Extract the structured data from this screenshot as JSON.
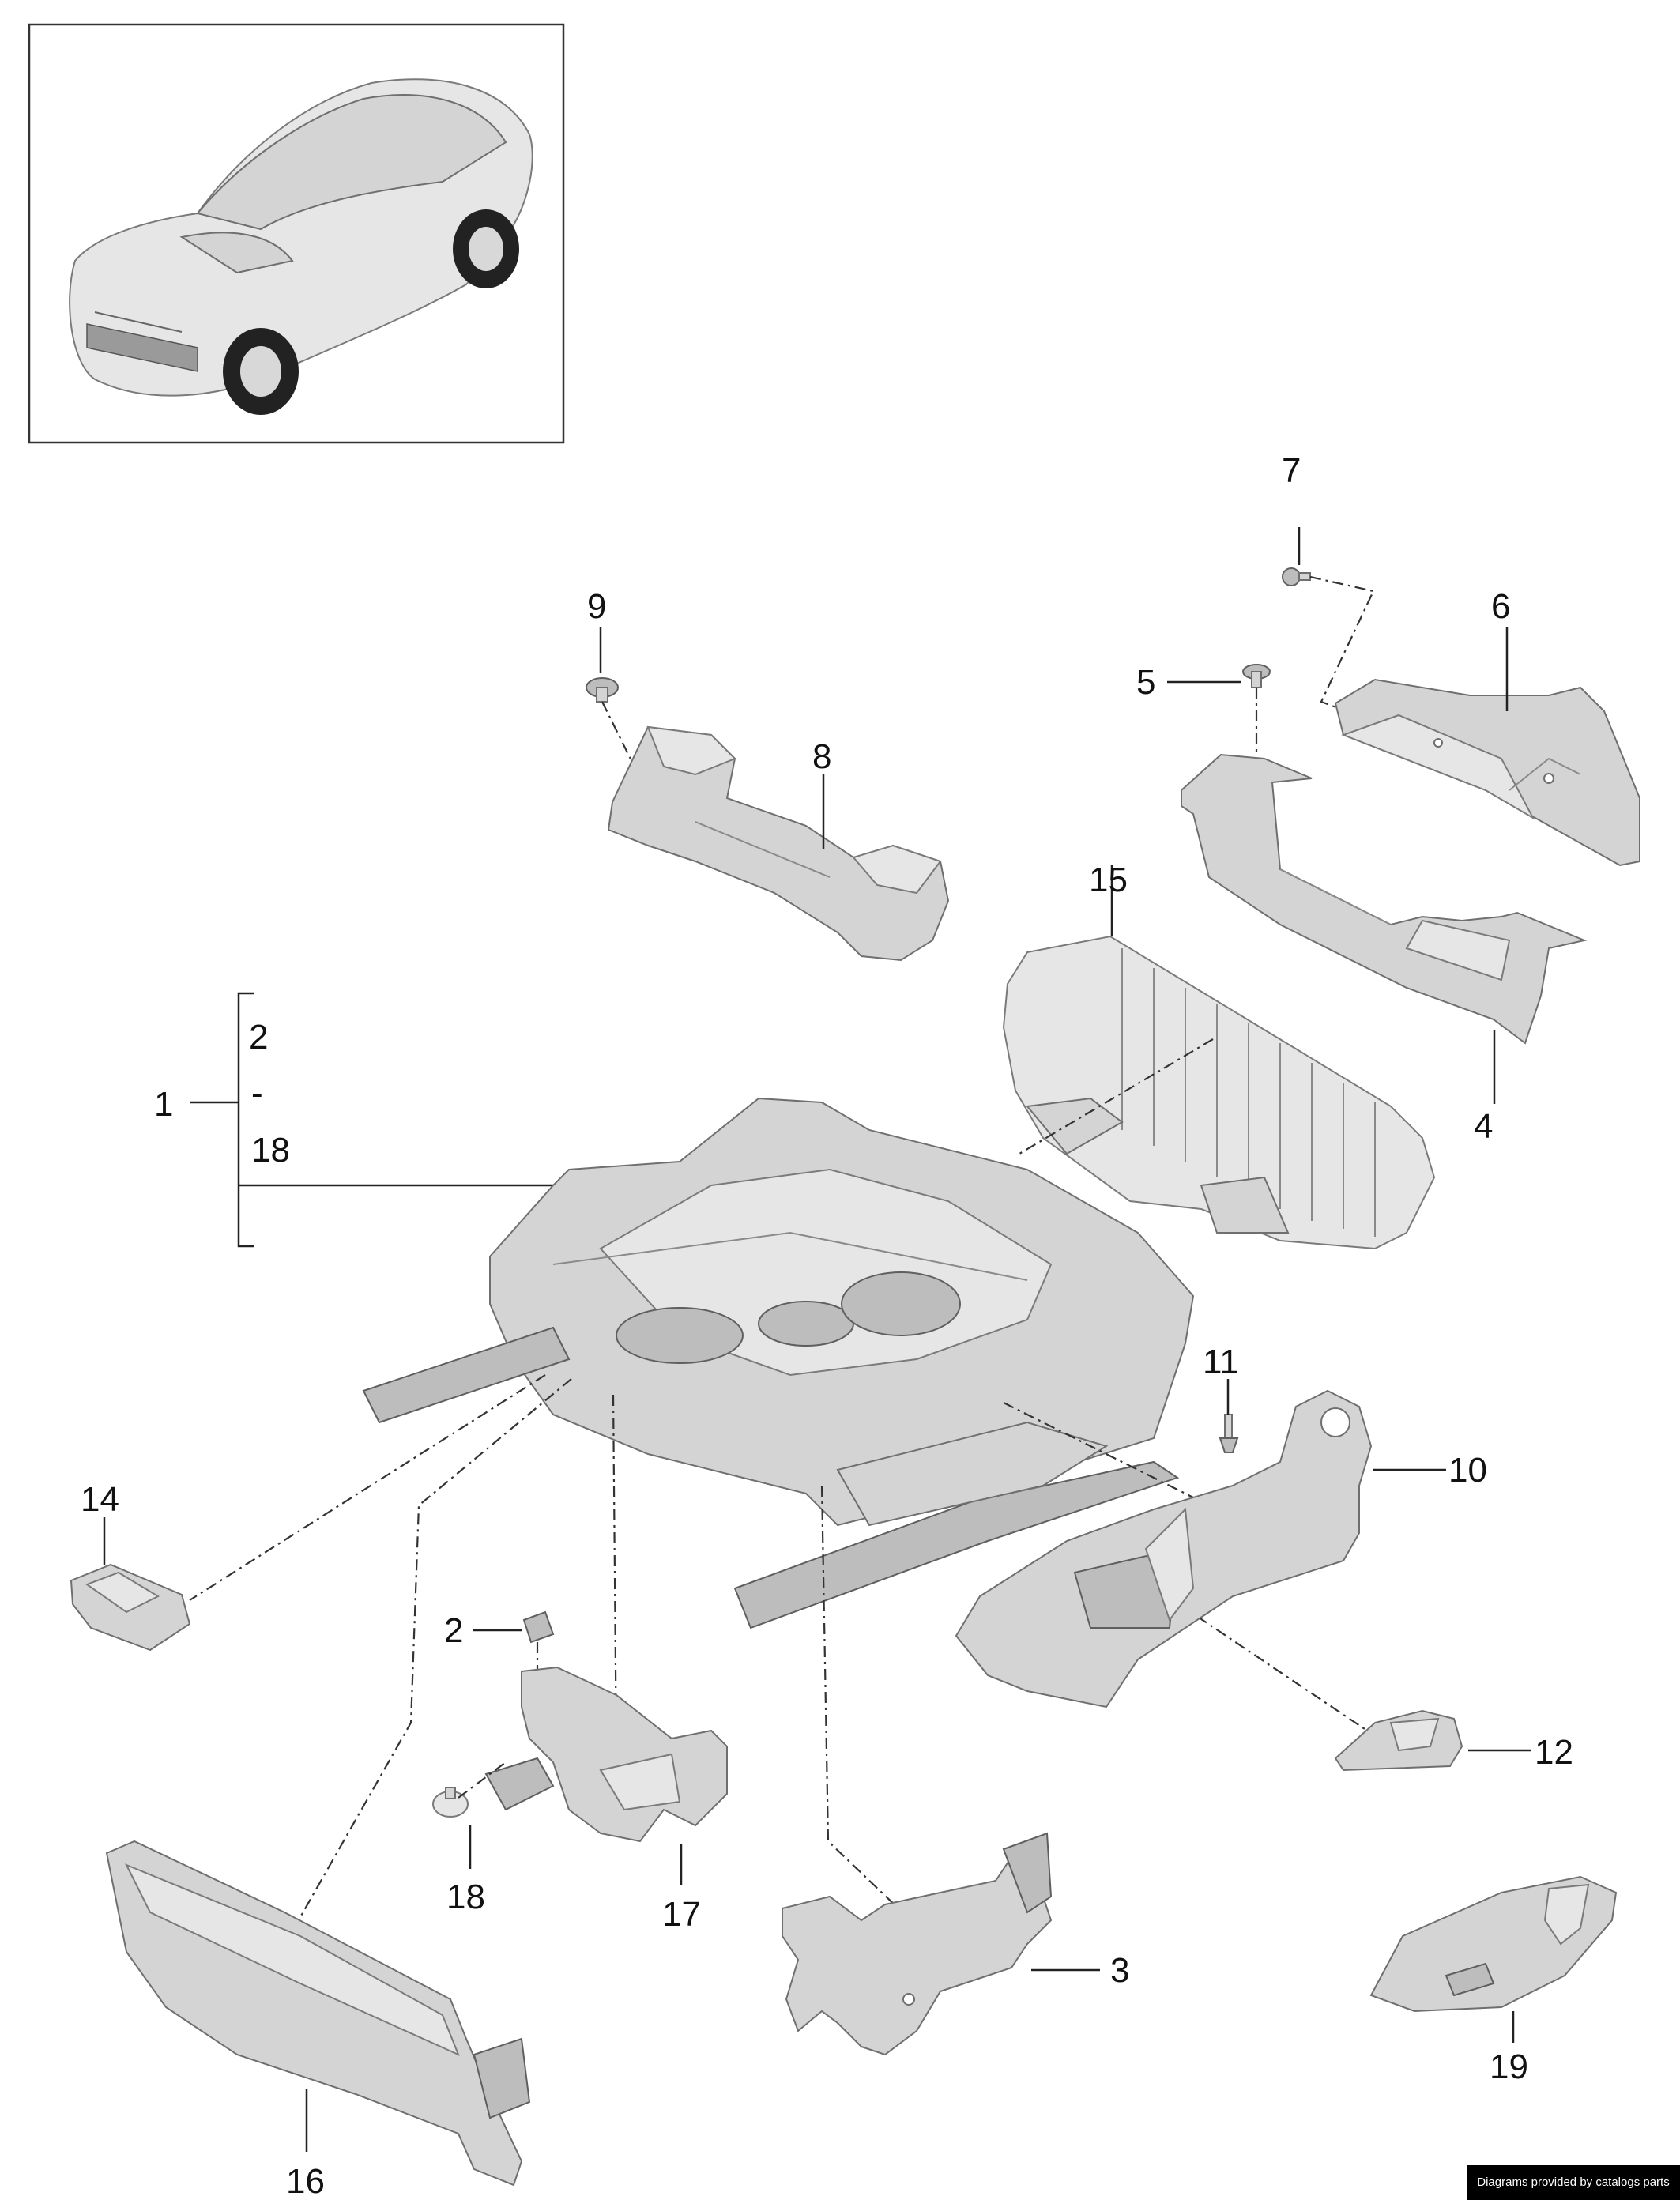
{
  "callouts": [
    {
      "id": "c7",
      "text": "7"
    },
    {
      "id": "c9",
      "text": "9"
    },
    {
      "id": "c6",
      "text": "6"
    },
    {
      "id": "c5",
      "text": "5"
    },
    {
      "id": "c8",
      "text": "8"
    },
    {
      "id": "c15",
      "text": "15"
    },
    {
      "id": "c2a",
      "text": "2"
    },
    {
      "id": "c1",
      "text": "1"
    },
    {
      "id": "cdash",
      "text": "-"
    },
    {
      "id": "c18a",
      "text": "18"
    },
    {
      "id": "c4",
      "text": "4"
    },
    {
      "id": "c11",
      "text": "11"
    },
    {
      "id": "c10",
      "text": "10"
    },
    {
      "id": "c14",
      "text": "14"
    },
    {
      "id": "c2b",
      "text": "2"
    },
    {
      "id": "c12",
      "text": "12"
    },
    {
      "id": "c18b",
      "text": "18"
    },
    {
      "id": "c17",
      "text": "17"
    },
    {
      "id": "c3",
      "text": "3"
    },
    {
      "id": "c19",
      "text": "19"
    },
    {
      "id": "c16",
      "text": "16"
    }
  ],
  "footer": {
    "credit": "Diagrams provided by catalogs parts"
  }
}
